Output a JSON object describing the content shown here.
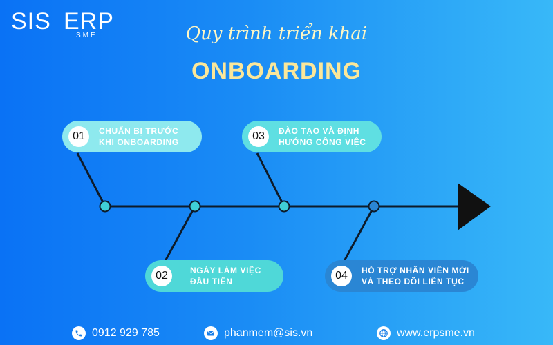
{
  "brand": {
    "logo_main": "SIS",
    "logo_erp": "ERP",
    "logo_sub": "SME"
  },
  "header": {
    "subtitle": "Quy trình triển khai",
    "title": "ONBOARDING"
  },
  "steps": [
    {
      "number": "01",
      "label": "CHUẨN BỊ TRƯỚC\nKHI ONBOARDING"
    },
    {
      "number": "02",
      "label": "NGÀY LÀM VIỆC\nĐẦU TIÊN"
    },
    {
      "number": "03",
      "label": "ĐÀO TẠO VÀ ĐỊNH\nHƯỚNG CÔNG VIỆC"
    },
    {
      "number": "04",
      "label": "HỖ TRỢ NHÂN VIÊN MỚI\nVÀ THEO DÕI LIÊN TỤC"
    }
  ],
  "footer": {
    "phone": "0912 929 785",
    "email": "phanmem@sis.vn",
    "website": "www.erpsme.vn",
    "icons": {
      "phone": "phone-icon",
      "email": "mail-icon",
      "website": "globe-icon"
    }
  },
  "colors": {
    "background_start": "#0a72f5",
    "background_end": "#38b8f8",
    "title": "#fbe79a",
    "subtitle": "#fff7c4",
    "step1": "#8ee9ee",
    "step2": "#4fd8d8",
    "step3": "#5fdfe2",
    "step4": "#2a86d4",
    "line": "#0d1b2a",
    "node": "#3fcfd6"
  }
}
